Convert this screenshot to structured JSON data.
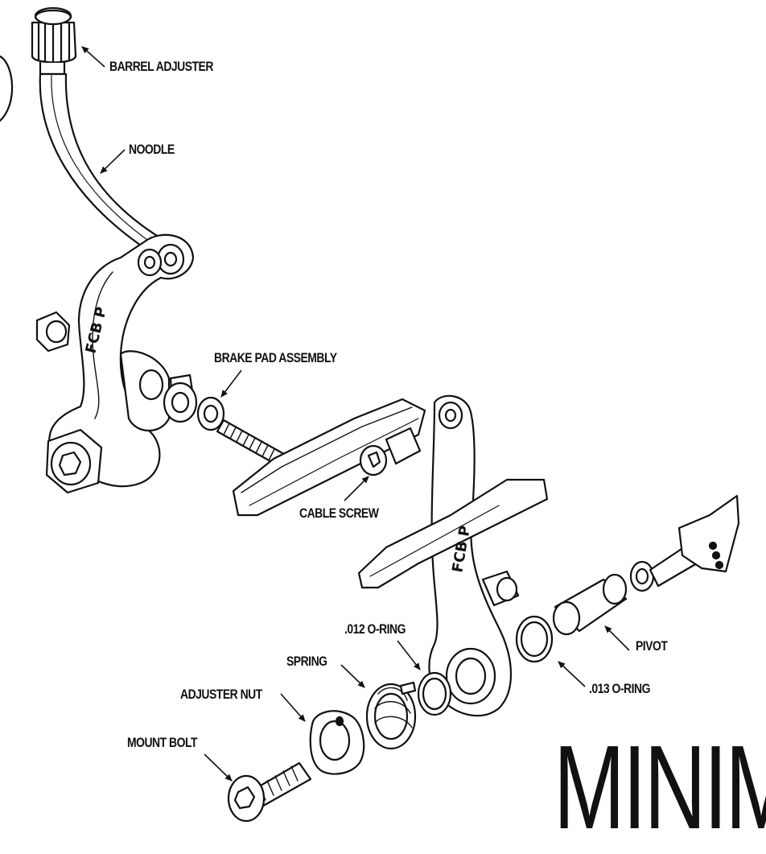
{
  "labels": {
    "barrel_adjuster": "BARREL ADJUSTER",
    "noodle": "NOODLE",
    "brake_pad_assembly": "BRAKE PAD ASSEMBLY",
    "cable_screw": "CABLE SCREW",
    "o_ring_012": ".012 O-RING",
    "spring": "SPRING",
    "adjuster_nut": "ADJUSTER NUT",
    "mount_bolt": "MOUNT BOLT",
    "pivot": "PIVOT",
    "o_ring_013": ".013 O-RING"
  },
  "arm_logo_text": "FCB P",
  "watermark_text": "MINIM"
}
